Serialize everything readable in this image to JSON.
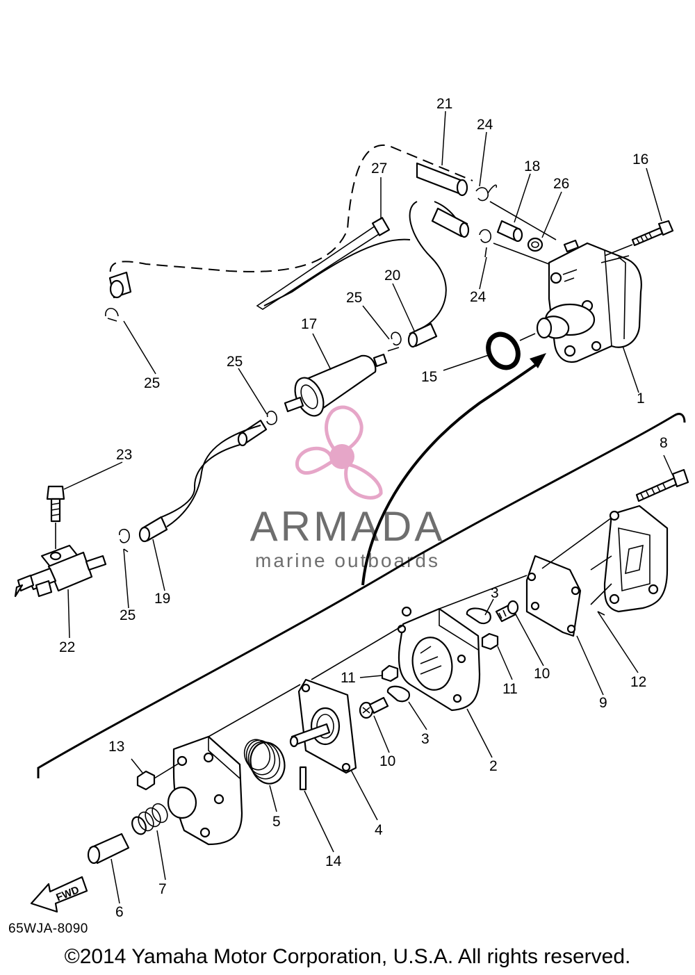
{
  "diagram": {
    "drawing_code": "65WJA-8090",
    "copyright": "©2014 Yamaha Motor Corporation, U.S.A. All rights reserved.",
    "watermark": {
      "brand": "ARMADA",
      "tagline": "marine outboards",
      "colors": {
        "propeller": "#e6a6c8",
        "text": "#6e6e6e"
      }
    },
    "direction_arrow": "FWD",
    "callouts": [
      {
        "id": "c1",
        "label": "1"
      },
      {
        "id": "c2",
        "label": "2"
      },
      {
        "id": "c3a",
        "label": "3"
      },
      {
        "id": "c3b",
        "label": "3"
      },
      {
        "id": "c4",
        "label": "4"
      },
      {
        "id": "c5",
        "label": "5"
      },
      {
        "id": "c6",
        "label": "6"
      },
      {
        "id": "c7",
        "label": "7"
      },
      {
        "id": "c8",
        "label": "8"
      },
      {
        "id": "c9",
        "label": "9"
      },
      {
        "id": "c10a",
        "label": "10"
      },
      {
        "id": "c10b",
        "label": "10"
      },
      {
        "id": "c11a",
        "label": "11"
      },
      {
        "id": "c11b",
        "label": "11"
      },
      {
        "id": "c12",
        "label": "12"
      },
      {
        "id": "c13",
        "label": "13"
      },
      {
        "id": "c14",
        "label": "14"
      },
      {
        "id": "c15",
        "label": "15"
      },
      {
        "id": "c16",
        "label": "16"
      },
      {
        "id": "c17",
        "label": "17"
      },
      {
        "id": "c18",
        "label": "18"
      },
      {
        "id": "c19",
        "label": "19"
      },
      {
        "id": "c20",
        "label": "20"
      },
      {
        "id": "c21",
        "label": "21"
      },
      {
        "id": "c22",
        "label": "22"
      },
      {
        "id": "c23",
        "label": "23"
      },
      {
        "id": "c24a",
        "label": "24"
      },
      {
        "id": "c24b",
        "label": "24"
      },
      {
        "id": "c25a",
        "label": "25"
      },
      {
        "id": "c25b",
        "label": "25"
      },
      {
        "id": "c25c",
        "label": "25"
      },
      {
        "id": "c25d",
        "label": "25"
      },
      {
        "id": "c26",
        "label": "26"
      },
      {
        "id": "c27",
        "label": "27"
      }
    ]
  }
}
